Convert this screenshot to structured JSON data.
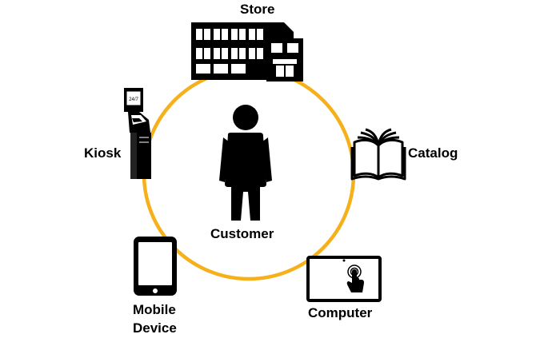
{
  "diagram": {
    "center_label": "Customer",
    "channels": [
      {
        "id": "store",
        "label": "Store",
        "icon": "store-building-icon"
      },
      {
        "id": "catalog",
        "label": "Catalog",
        "icon": "open-book-icon"
      },
      {
        "id": "computer",
        "label": "Computer",
        "icon": "touch-monitor-icon"
      },
      {
        "id": "mobile",
        "label_line1": "Mobile",
        "label_line2": "Device",
        "icon": "tablet-icon"
      },
      {
        "id": "kiosk",
        "label": "Kiosk",
        "icon": "kiosk-icon",
        "kiosk_screen_text": "24/7"
      }
    ],
    "colors": {
      "ring": "#f5b01a",
      "ink": "#000000",
      "background": "#ffffff"
    }
  }
}
